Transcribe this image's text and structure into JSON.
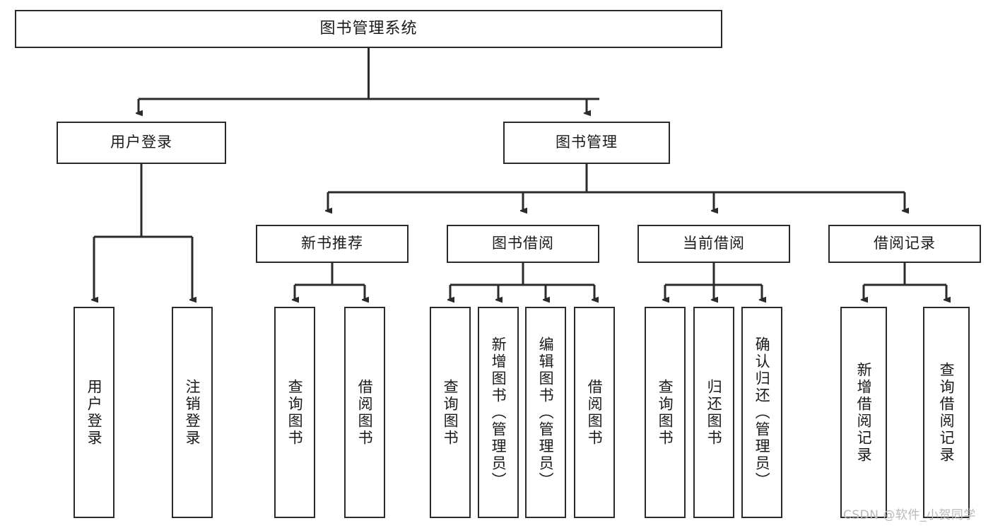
{
  "diagram": {
    "title": "图书管理系统",
    "type": "功能结构图",
    "watermark": "CSDN @软件_小贺同学",
    "colors": {
      "stroke": "#2b2b2b",
      "fill": "#ffffff",
      "text": "#1a1a1a",
      "watermark": "#b9b9b9"
    }
  },
  "nodes": {
    "root": {
      "label": "图书管理系统"
    },
    "level1": [
      {
        "id": "user-login",
        "label": "用户登录"
      },
      {
        "id": "book-manage",
        "label": "图书管理"
      }
    ],
    "level2": [
      {
        "id": "new-book-recommend",
        "label": "新书推荐"
      },
      {
        "id": "book-borrow",
        "label": "图书借阅"
      },
      {
        "id": "current-borrow",
        "label": "当前借阅"
      },
      {
        "id": "borrow-record",
        "label": "借阅记录"
      }
    ],
    "leaves": {
      "user-login": [
        {
          "id": "leaf-user-login",
          "label": "用户登录"
        },
        {
          "id": "leaf-user-logout",
          "label": "注销登录"
        }
      ],
      "new-book-recommend": [
        {
          "id": "leaf-query-book-1",
          "label": "查询图书"
        },
        {
          "id": "leaf-borrow-book-1",
          "label": "借阅图书"
        }
      ],
      "book-borrow": [
        {
          "id": "leaf-query-book-2",
          "label": "查询图书"
        },
        {
          "id": "leaf-add-book",
          "label": "新增图书（管理员）"
        },
        {
          "id": "leaf-edit-book",
          "label": "编辑图书（管理员）"
        },
        {
          "id": "leaf-borrow-book-2",
          "label": "借阅图书"
        }
      ],
      "current-borrow": [
        {
          "id": "leaf-query-book-3",
          "label": "查询图书"
        },
        {
          "id": "leaf-return-book",
          "label": "归还图书"
        },
        {
          "id": "leaf-confirm-return",
          "label": "确认归还（管理员）"
        }
      ],
      "borrow-record": [
        {
          "id": "leaf-add-record",
          "label": "新增借阅记录"
        },
        {
          "id": "leaf-query-record",
          "label": "查询借阅记录"
        }
      ]
    }
  }
}
